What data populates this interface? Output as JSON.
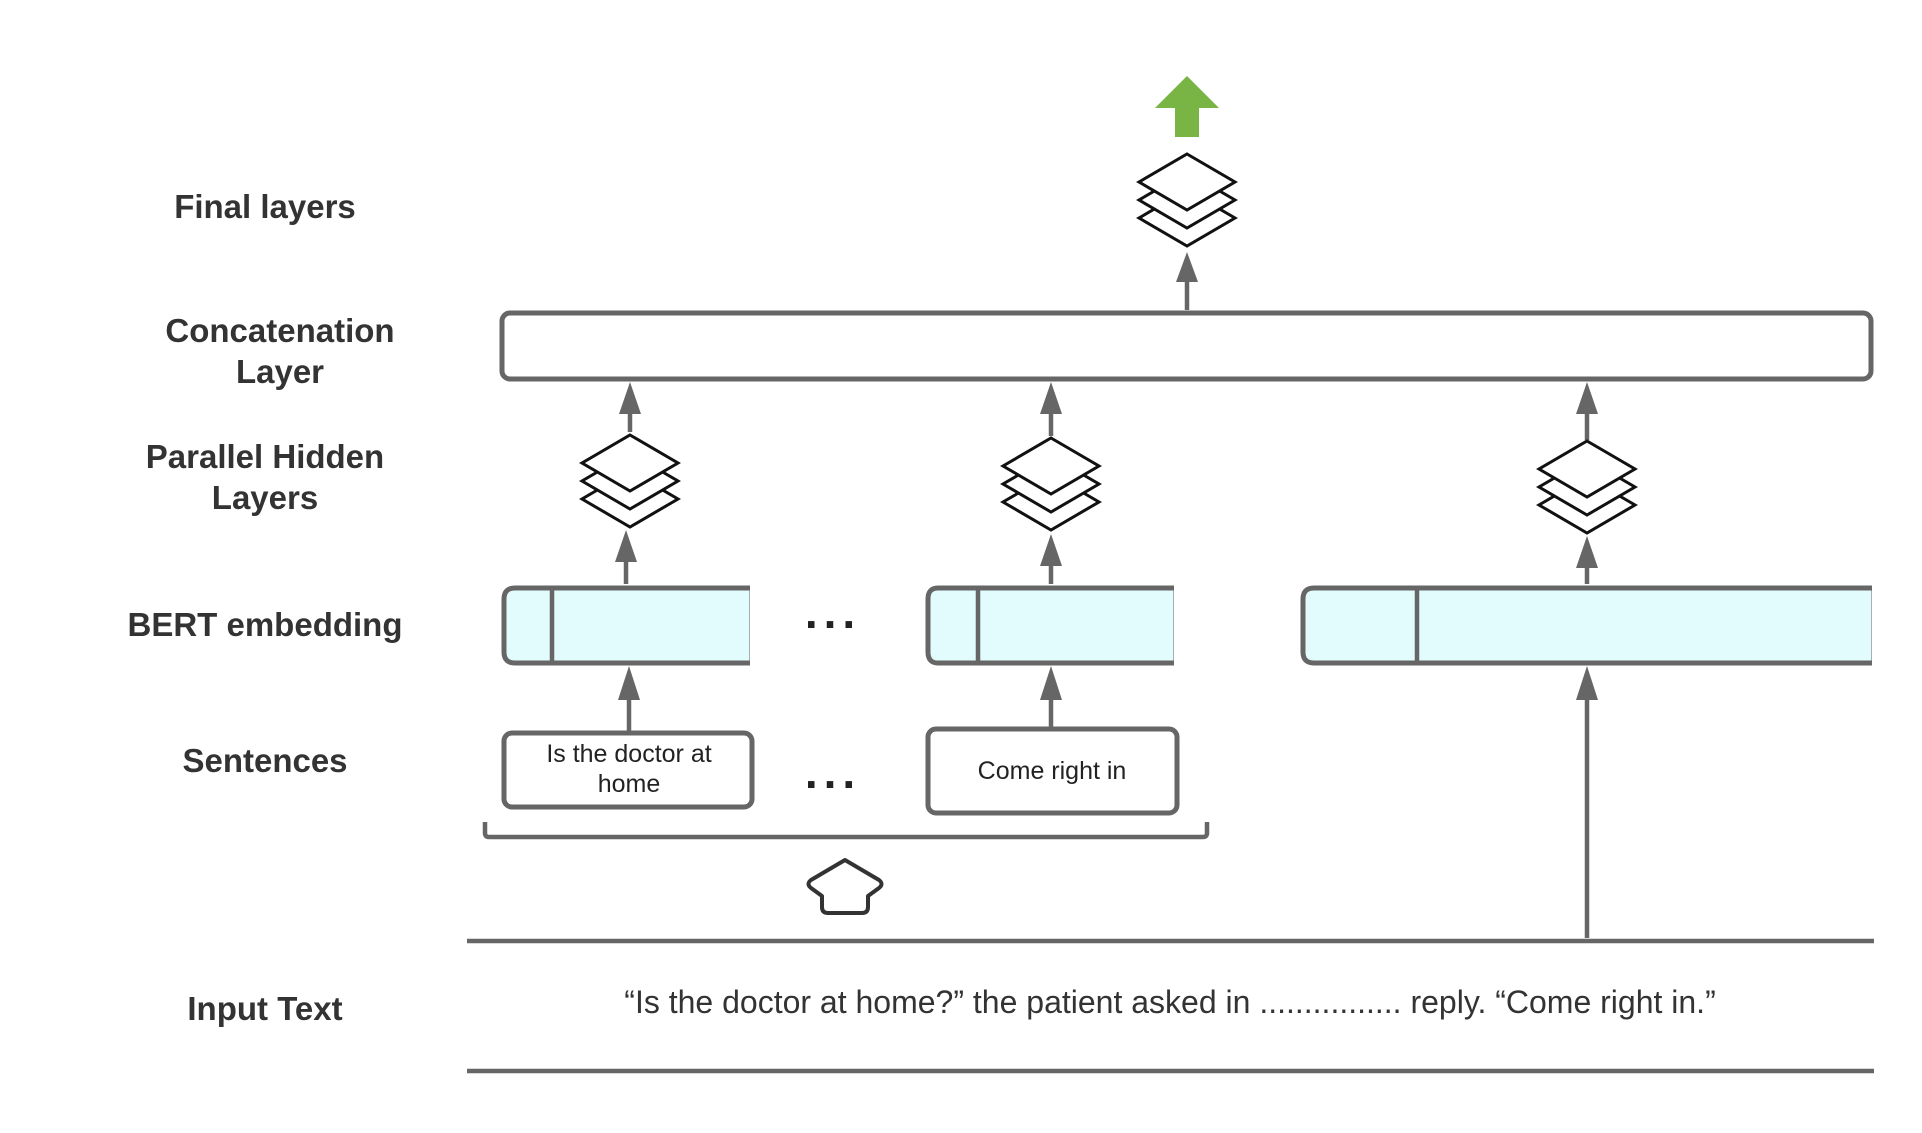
{
  "labels": {
    "final_layers": "Final layers",
    "concat_line1": "Concatenation",
    "concat_line2": "Layer",
    "hidden_line1": "Parallel Hidden",
    "hidden_line2": "Layers",
    "bert_embedding": "BERT embedding",
    "sentences": "Sentences",
    "input_text": "Input Text"
  },
  "sentences": [
    {
      "line1": "Is the doctor at",
      "line2": "home"
    },
    {
      "line1": "Come right in"
    }
  ],
  "ellipsis": "...",
  "input_text": "“Is the doctor at home?” the patient asked in ................ reply. “Come right in.”",
  "colors": {
    "output_arrow": "#78b544",
    "embedding_fill": "#e2fbfd",
    "line": "#666666"
  },
  "icons": [
    "layers-stack-icon",
    "up-arrow-icon",
    "up-outline-arrow-icon"
  ]
}
